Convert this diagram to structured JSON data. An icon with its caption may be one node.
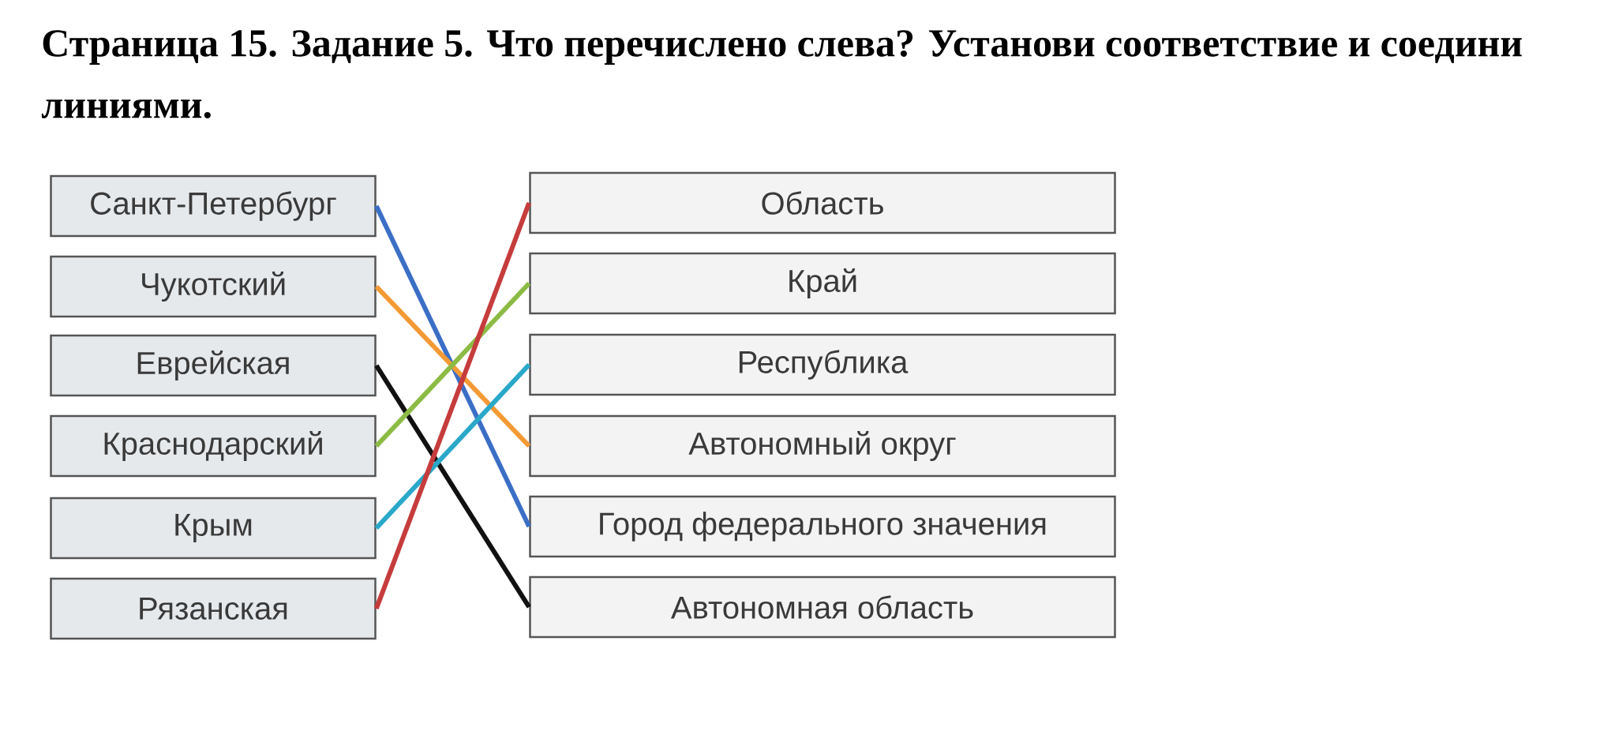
{
  "diagram": {
    "title": "Страница 15. Задание 5. Что перечислено слева? Установи соответствие и соедини линиями.",
    "nodes": [
      {
        "text": [
          "Санкт-Петербург"
        ]
      },
      {
        "text": [
          "Чукотский"
        ]
      },
      {
        "text": [
          "Еврейская"
        ]
      },
      {
        "text": [
          "Краснодарский"
        ]
      },
      {
        "text": [
          "Крым"
        ]
      },
      {
        "text": [
          "Рязанская"
        ]
      },
      {
        "text": [
          "Область"
        ]
      },
      {
        "text": [
          "Край"
        ]
      },
      {
        "text": [
          "Республика"
        ]
      },
      {
        "text": [
          "Автономный округ"
        ]
      },
      {
        "text": [
          "Город федерального значения"
        ]
      },
      {
        "text": [
          "Автономная область"
        ]
      }
    ],
    "edges": [
      {
        "from": 0,
        "to": 10,
        "arrow": "none",
        "color": "#3b6fc6"
      },
      {
        "from": 1,
        "to": 9,
        "arrow": "none",
        "color": "#f39a35"
      },
      {
        "from": 2,
        "to": 11,
        "arrow": "none",
        "color": "#111111"
      },
      {
        "from": 3,
        "to": 7,
        "arrow": "none",
        "color": "#8cbb45"
      },
      {
        "from": 4,
        "to": 8,
        "arrow": "none",
        "color": "#2aa8c9"
      },
      {
        "from": 5,
        "to": 6,
        "arrow": "none",
        "color": "#c63c3c"
      }
    ]
  }
}
